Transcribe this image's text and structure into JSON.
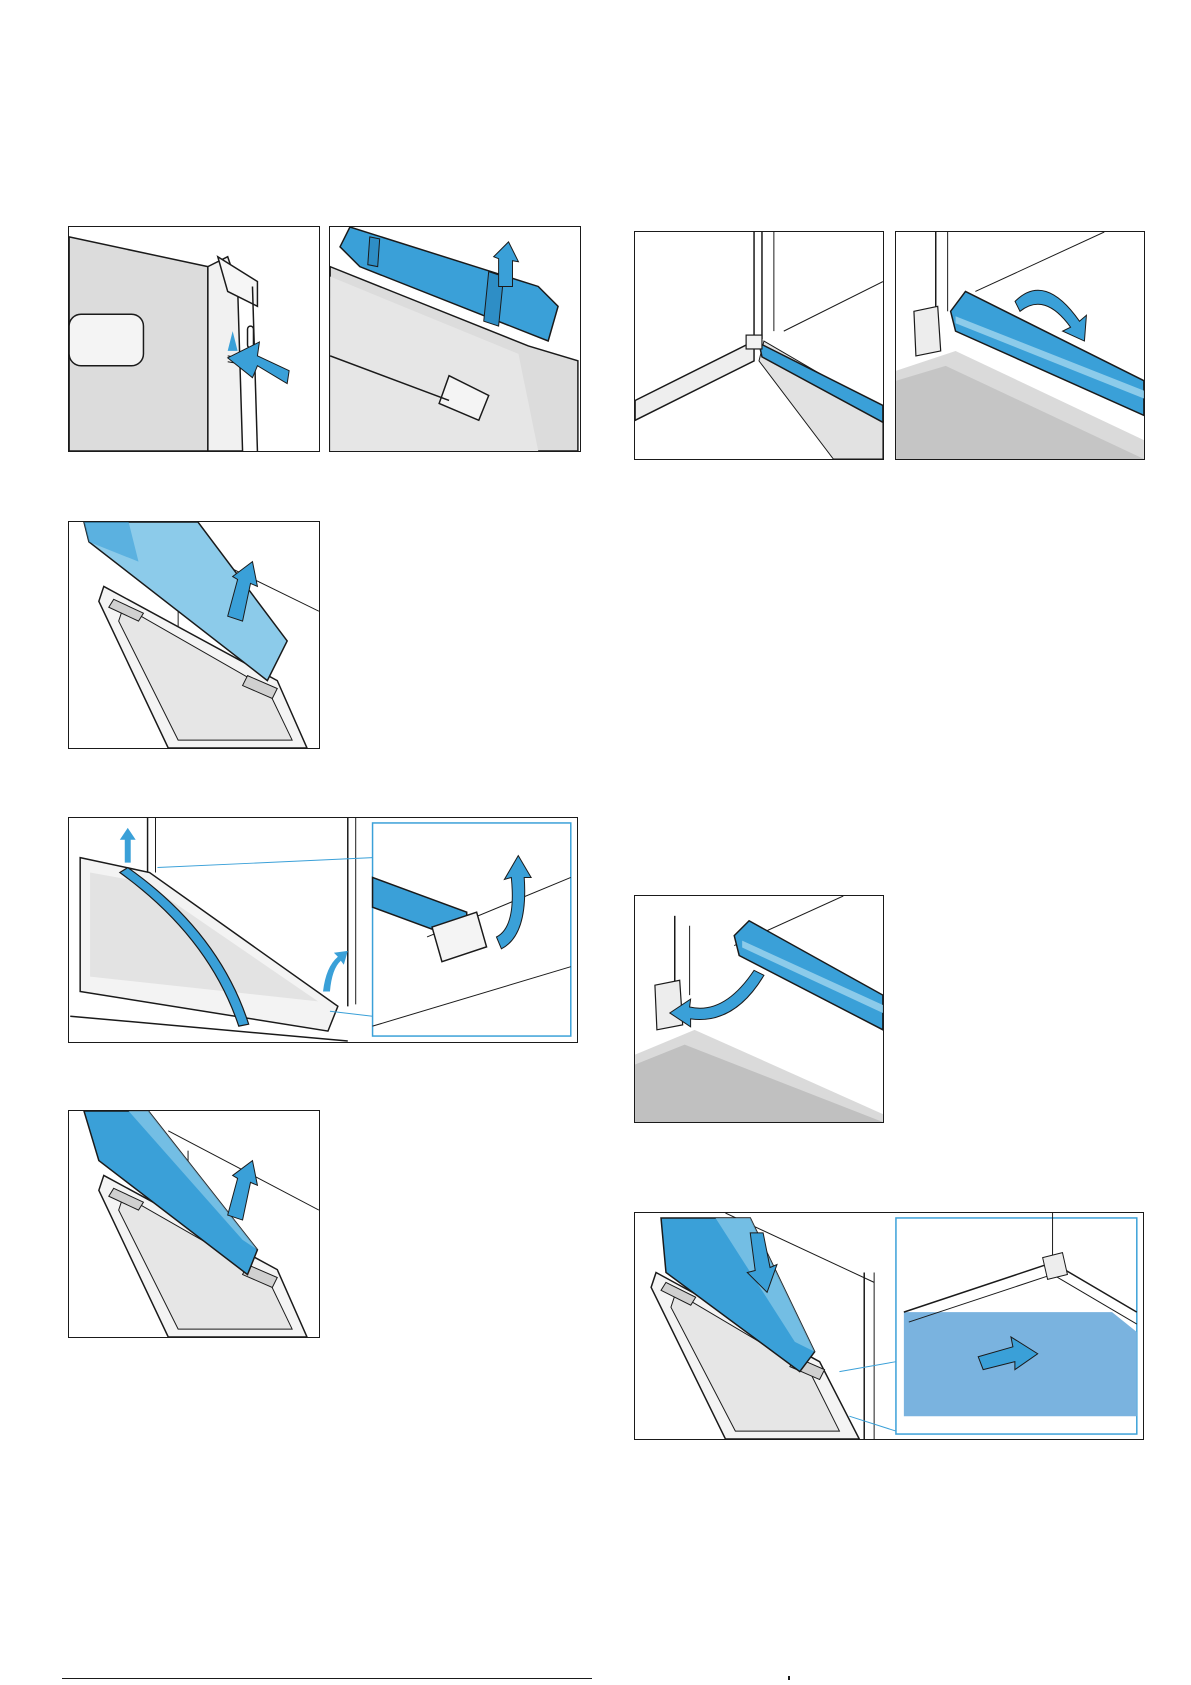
{
  "page": {
    "figures": [
      {
        "id": "fig-a",
        "caption": ""
      },
      {
        "id": "fig-b",
        "caption": ""
      },
      {
        "id": "fig-c",
        "caption": ""
      },
      {
        "id": "fig-d",
        "caption": ""
      },
      {
        "id": "fig-e",
        "caption": ""
      },
      {
        "id": "fig-f",
        "caption": ""
      },
      {
        "id": "fig-g",
        "caption": ""
      },
      {
        "id": "fig-h",
        "caption": ""
      },
      {
        "id": "fig-i",
        "caption": ""
      },
      {
        "id": "fig-j",
        "caption": ""
      }
    ],
    "colors": {
      "accent_blue": "#3aa0d8",
      "accent_blue_light": "#8ccbea",
      "panel_blue": "#7ab3df",
      "line": "#1a1a1a",
      "grey_fill": "#d9d9d9",
      "grey_light": "#ececec"
    }
  }
}
